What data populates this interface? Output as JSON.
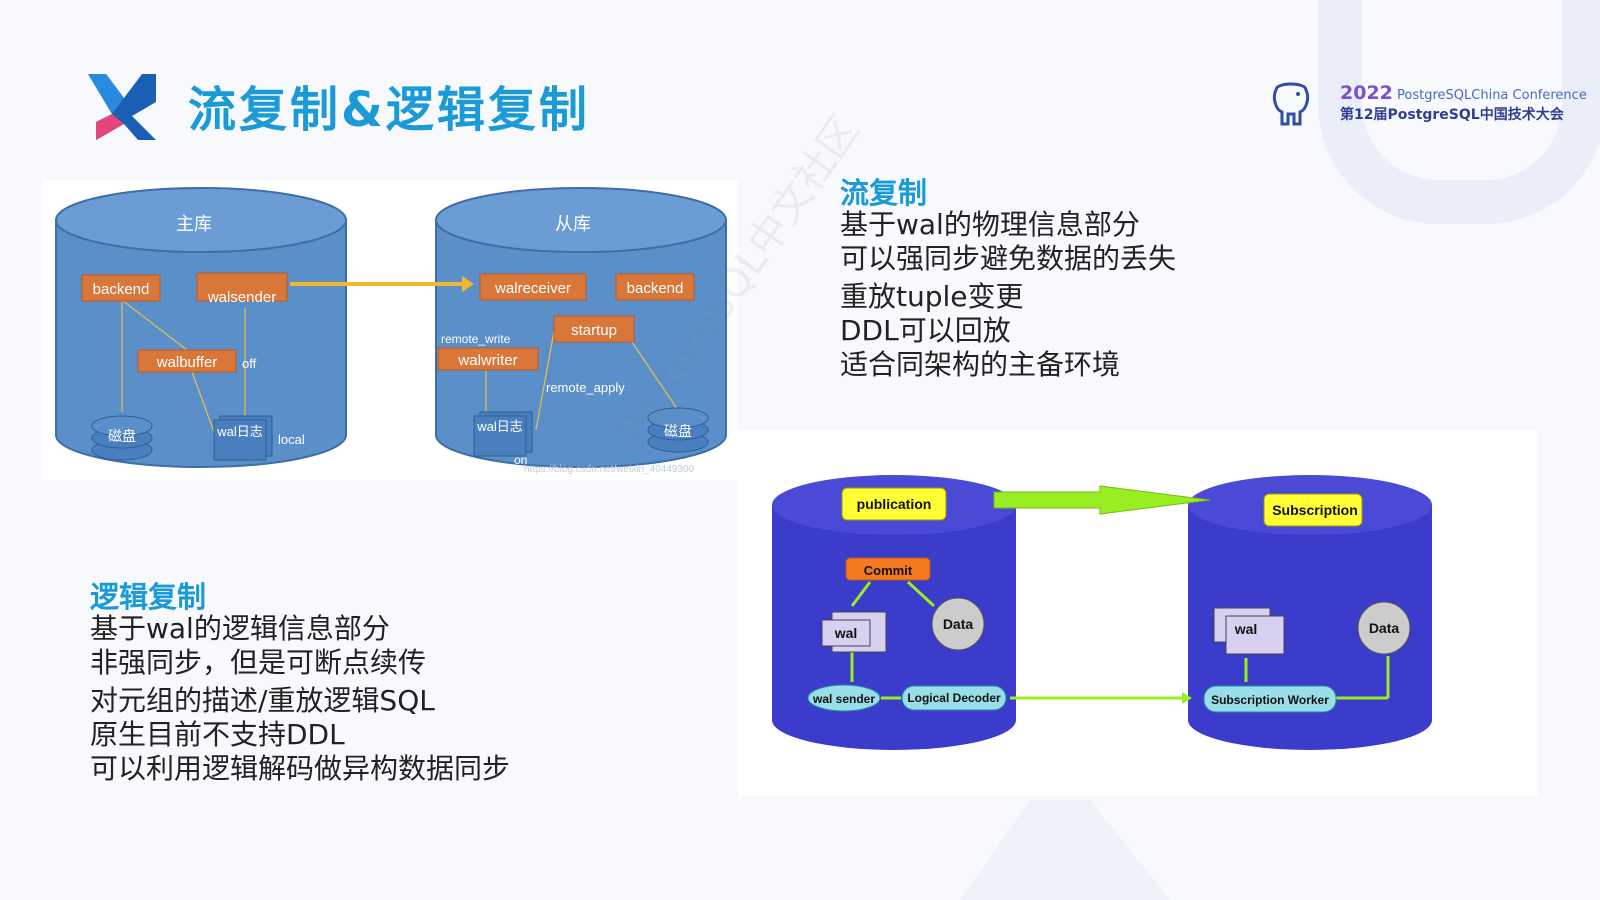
{
  "title": "流复制&逻辑复制",
  "conference": {
    "year": "2022",
    "name": "PostgreSQLChina Conference",
    "subtitle": "第12届PostgreSQL中国技术大会"
  },
  "streaming": {
    "heading": "流复制",
    "lines": [
      "基于wal的物理信息部分",
      "可以强同步避免数据的丢失",
      "重放tuple变更",
      "DDL可以回放",
      "适合同架构的主备环境"
    ]
  },
  "logical": {
    "heading": "逻辑复制",
    "lines": [
      "基于wal的逻辑信息部分",
      "非强同步，但是可断点续传",
      "对元组的描述/重放逻辑SQL",
      "原生目前不支持DDL",
      "可以利用逻辑解码做异构数据同步"
    ]
  },
  "diagram1": {
    "primary_label": "主库",
    "standby_label": "从库",
    "backend": "backend",
    "walsender": "walsender",
    "walbuffer": "walbuffer",
    "off": "off",
    "disk": "磁盘",
    "wal_log": "wal日志",
    "local": "local",
    "walreceiver": "walreceiver",
    "backend2": "backend",
    "startup": "startup",
    "remote_write": "remote_write",
    "walwriter": "walwriter",
    "remote_apply": "remote_apply",
    "on": "on",
    "url": "https://blog.csdn.net/weixin_40449300"
  },
  "diagram2": {
    "publication": "publication",
    "subscription": "Subscription",
    "commit": "Commit",
    "data": "Data",
    "wal": "wal",
    "wal_sender": "wal sender",
    "logical_decoder": "Logical Decoder",
    "wal2": "wal",
    "data2": "Data",
    "subscription_worker": "Subscription Worker"
  },
  "watermark": "PostgreSQL中文社区",
  "colors": {
    "accent": "#1a9ad6",
    "cylinder_blue": "#5b8fc9",
    "process_orange": "#d9773a",
    "cylinder_purple": "#3b3bcc",
    "badge_yellow": "#ffff33",
    "arrow_green": "#99ee22"
  }
}
